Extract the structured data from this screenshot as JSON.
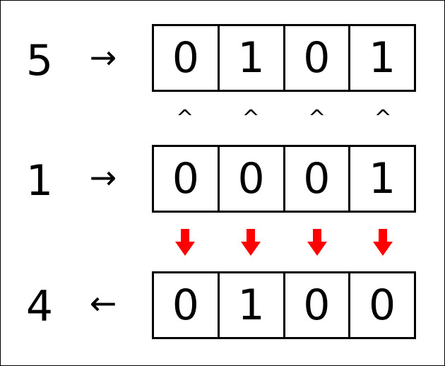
{
  "rows": [
    {
      "value": "5",
      "arrow": "→",
      "bits": [
        "0",
        "1",
        "0",
        "1"
      ]
    },
    {
      "value": "1",
      "arrow": "→",
      "bits": [
        "0",
        "0",
        "0",
        "1"
      ]
    },
    {
      "value": "4",
      "arrow": "←",
      "bits": [
        "0",
        "1",
        "0",
        "0"
      ]
    }
  ],
  "operators": [
    "^",
    "^",
    "^",
    "^"
  ],
  "colors": {
    "down_arrow": "#ff0000",
    "border": "#000000",
    "background": "#ffffff"
  },
  "icons": {
    "result_arrow": "down-arrow-icon"
  }
}
